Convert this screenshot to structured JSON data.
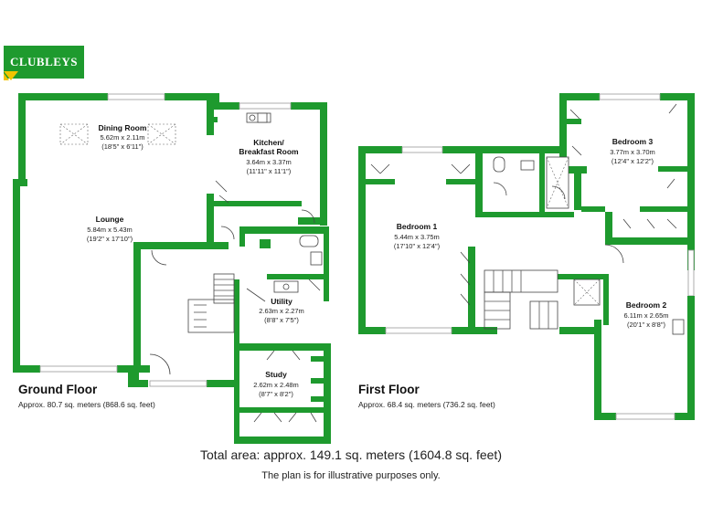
{
  "brand": {
    "name": "CLUBLEYS",
    "color": "#1e9a2e",
    "accent": "#f2c400"
  },
  "ground_floor": {
    "title": "Ground Floor",
    "area": "Approx. 80.7 sq. meters (868.6 sq. feet)",
    "rooms": [
      {
        "name": "Dining Room",
        "metric": "5.62m x 2.11m",
        "imperial": "(18'5\" x 6'11\")"
      },
      {
        "name_line1": "Kitchen/",
        "name_line2": "Breakfast Room",
        "metric": "3.64m x 3.37m",
        "imperial": "(11'11\" x 11'1\")"
      },
      {
        "name": "Lounge",
        "metric": "5.84m x 5.43m",
        "imperial": "(19'2\" x 17'10\")"
      },
      {
        "name": "Utility",
        "metric": "2.63m x 2.27m",
        "imperial": "(8'8\" x 7'5\")"
      },
      {
        "name": "Study",
        "metric": "2.62m x 2.48m",
        "imperial": "(8'7\" x 8'2\")"
      }
    ]
  },
  "first_floor": {
    "title": "First Floor",
    "area": "Approx. 68.4 sq. meters (736.2 sq. feet)",
    "rooms": [
      {
        "name": "Bedroom 3",
        "metric": "3.77m x 3.70m",
        "imperial": "(12'4\" x 12'2\")"
      },
      {
        "name": "Bedroom 1",
        "metric": "5.44m x 3.75m",
        "imperial": "(17'10\" x 12'4\")"
      },
      {
        "name": "Bedroom 2",
        "metric": "6.11m x 2.65m",
        "imperial": "(20'1\" x 8'8\")"
      }
    ]
  },
  "footer": {
    "total": "Total area: approx. 149.1 sq. meters (1604.8 sq. feet)",
    "note": "The plan is for illustrative purposes only."
  }
}
